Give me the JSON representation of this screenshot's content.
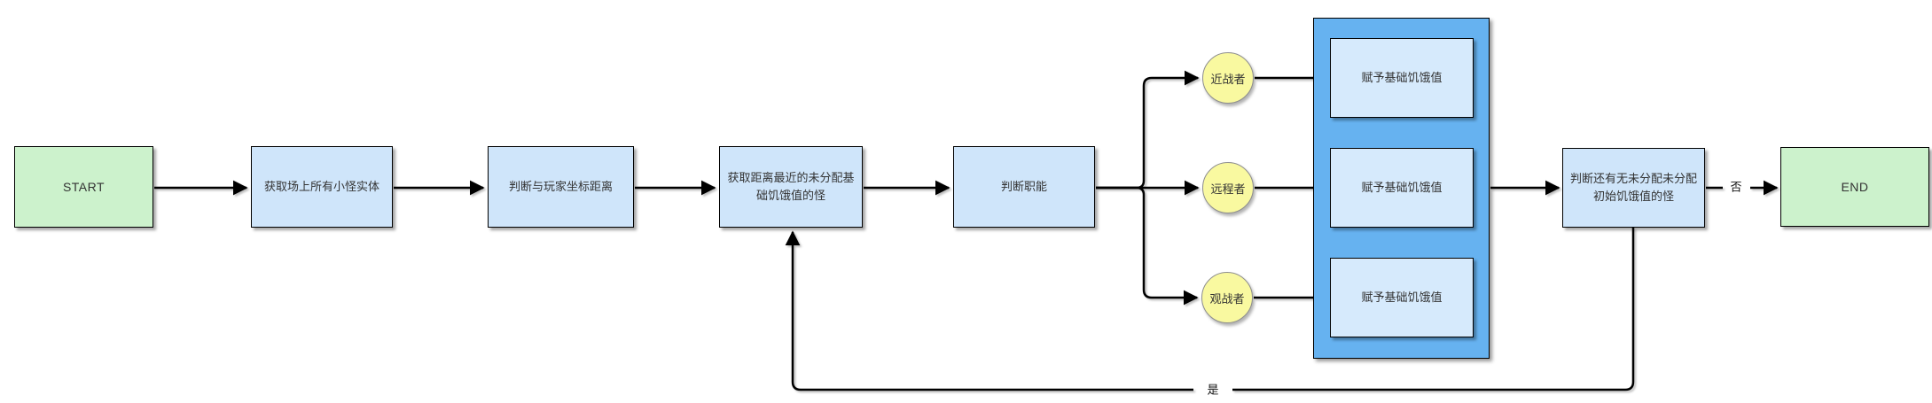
{
  "diagram": {
    "background": "#ffffff",
    "colors": {
      "terminal_fill": "#ccf2cc",
      "process_fill": "#cfe5fa",
      "group_container_fill": "#66b2f0",
      "inner_process_fill": "#d6eafc",
      "circle_fill": "#f9f9a0",
      "circle_stroke": "#8e8e8e",
      "edge_stroke": "#000000",
      "text": "#333333"
    },
    "nodes": {
      "start": {
        "label": "START"
      },
      "get_entities": {
        "label": "获取场上所有小怪实体"
      },
      "judge_distance": {
        "label": "判断与玩家坐标距离"
      },
      "get_nearest": {
        "label": "获取距离最近的未分配基础饥饿值的怪"
      },
      "judge_role": {
        "label": "判断职能"
      },
      "melee": {
        "label": "近战者"
      },
      "ranged": {
        "label": "远程者"
      },
      "spectator": {
        "label": "观战者"
      },
      "assign_melee": {
        "label": "赋予基础饥饿值"
      },
      "assign_ranged": {
        "label": "赋予基础饥饿值"
      },
      "assign_spectator": {
        "label": "赋予基础饥饿值"
      },
      "judge_remaining": {
        "label": "判断还有无未分配未分配初始饥饿值的怪"
      },
      "end": {
        "label": "END"
      }
    },
    "edge_labels": {
      "no": "否",
      "yes": "是"
    }
  }
}
